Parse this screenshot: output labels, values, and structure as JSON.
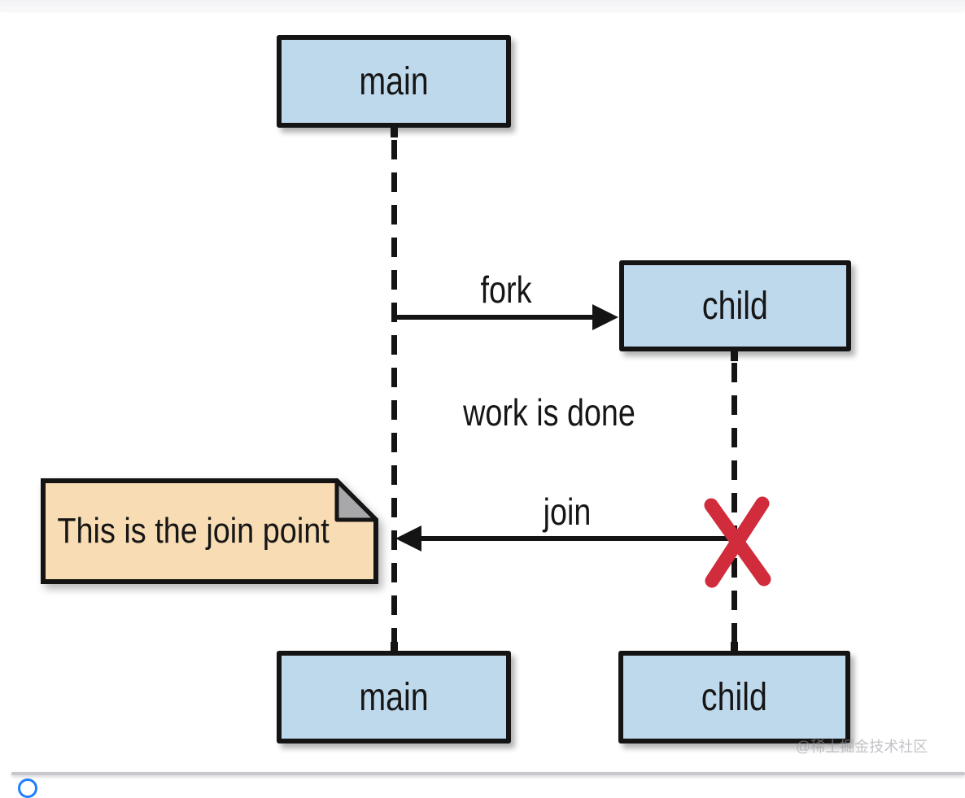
{
  "diagram": {
    "type": "uml-sequence-fork-join",
    "participants": [
      {
        "id": "main",
        "top_label": "main",
        "bottom_label": "main"
      },
      {
        "id": "child",
        "top_label": "child",
        "bottom_label": "child"
      }
    ],
    "messages": [
      {
        "label": "fork",
        "from": "main",
        "to": "child",
        "direction": "right"
      },
      {
        "label": "join",
        "from": "child",
        "to": "main",
        "direction": "left"
      }
    ],
    "annotation": "work is done",
    "note": {
      "text": "This is the join point"
    },
    "icons": [
      {
        "name": "termination-x-icon",
        "meaning": "child lifeline terminated",
        "color": "#d02c3c"
      }
    ],
    "colors": {
      "box_fill": "#bfd9ec",
      "box_border": "#141414",
      "lifeline": "#141414",
      "note_fill": "#f8dcb4",
      "note_fold": "#a8a8aa",
      "x_mark": "#d02c3c",
      "background": "#ffffff"
    }
  },
  "page": {
    "watermark": "@稀土掘金技术社区"
  }
}
